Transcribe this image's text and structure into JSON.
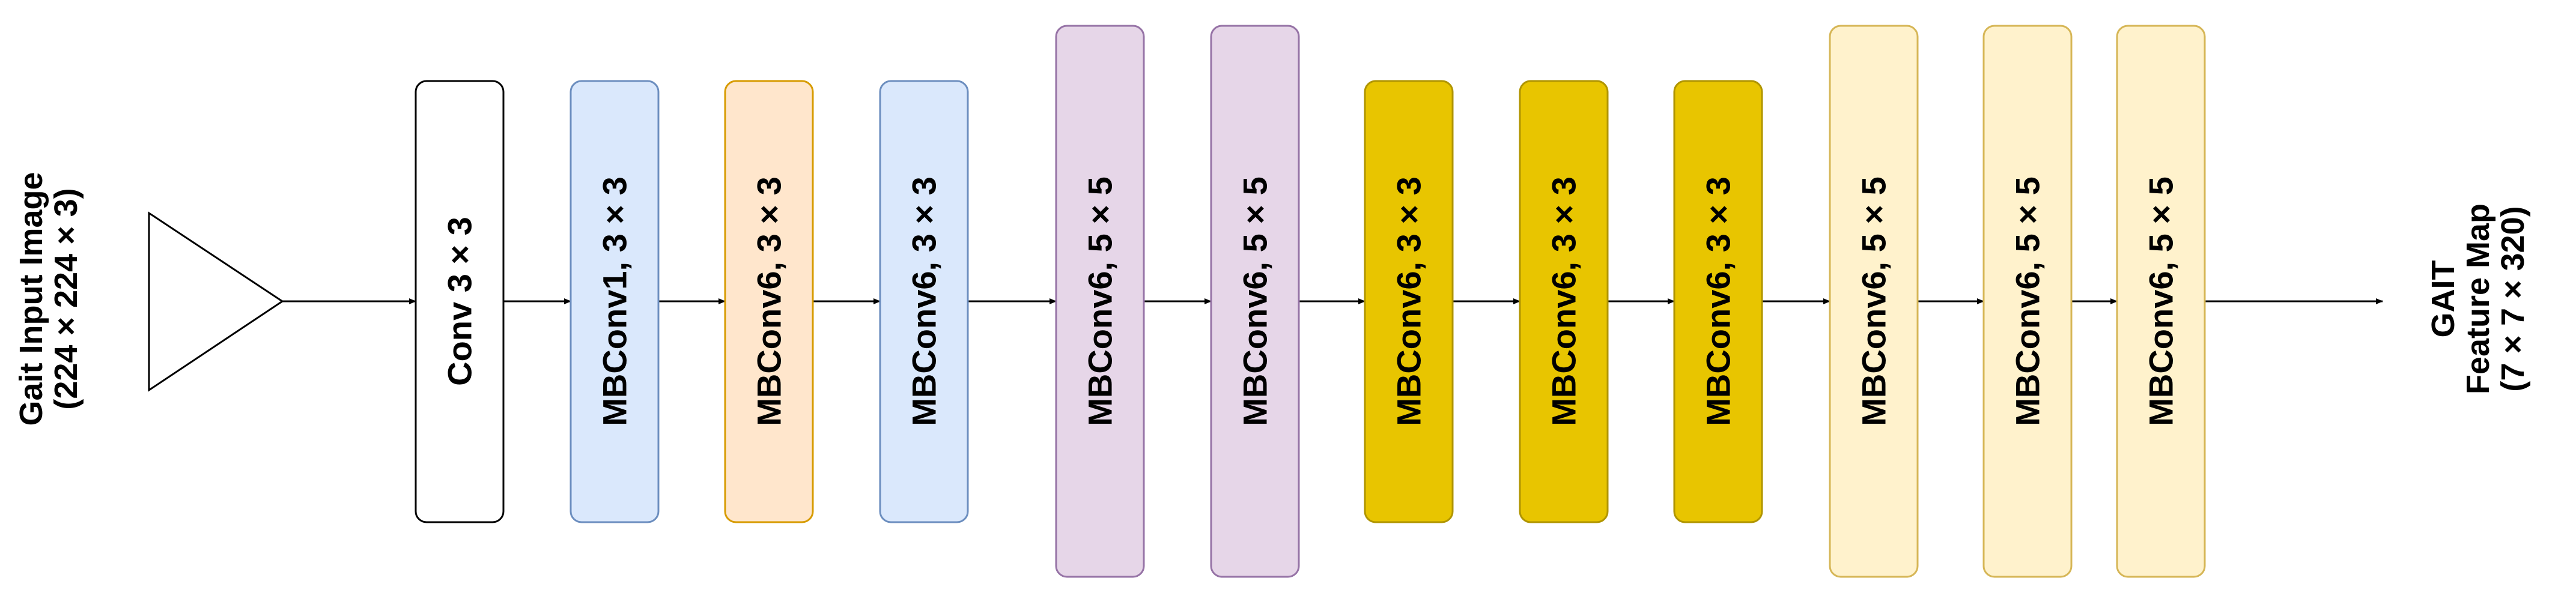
{
  "input": {
    "line1": "Gait Input Image",
    "line2": "(224 × 224 × 3)"
  },
  "blocks": [
    {
      "label": "Conv 3 × 3",
      "fill": "#ffffff",
      "stroke": "#000000"
    },
    {
      "label": "MBConv1, 3 × 3",
      "fill": "#dae8fc",
      "stroke": "#6c8ebf"
    },
    {
      "label": "MBConv6, 3 × 3",
      "fill": "#ffe6cc",
      "stroke": "#d79b00"
    },
    {
      "label": "MBConv6, 3 × 3",
      "fill": "#dae8fc",
      "stroke": "#6c8ebf"
    },
    {
      "label": "MBConv6, 5 × 5",
      "fill": "#e6d6e8",
      "stroke": "#9673a6"
    },
    {
      "label": "MBConv6, 5 × 5",
      "fill": "#e6d6e8",
      "stroke": "#9673a6"
    },
    {
      "label": "MBConv6, 3 × 3",
      "fill": "#e8c500",
      "stroke": "#b09500"
    },
    {
      "label": "MBConv6, 3 × 3",
      "fill": "#e8c500",
      "stroke": "#b09500"
    },
    {
      "label": "MBConv6, 3 × 3",
      "fill": "#e8c500",
      "stroke": "#b09500"
    },
    {
      "label": "MBConv6, 5 × 5",
      "fill": "#fff2cc",
      "stroke": "#d6b656"
    },
    {
      "label": "MBConv6, 5 × 5",
      "fill": "#fff2cc",
      "stroke": "#d6b656"
    },
    {
      "label": "MBConv6, 5 × 5",
      "fill": "#fff2cc",
      "stroke": "#d6b656"
    }
  ],
  "output": {
    "line1": "GAIT",
    "line2": "Feature Map",
    "line3": "(7 × 7 × 320)"
  }
}
